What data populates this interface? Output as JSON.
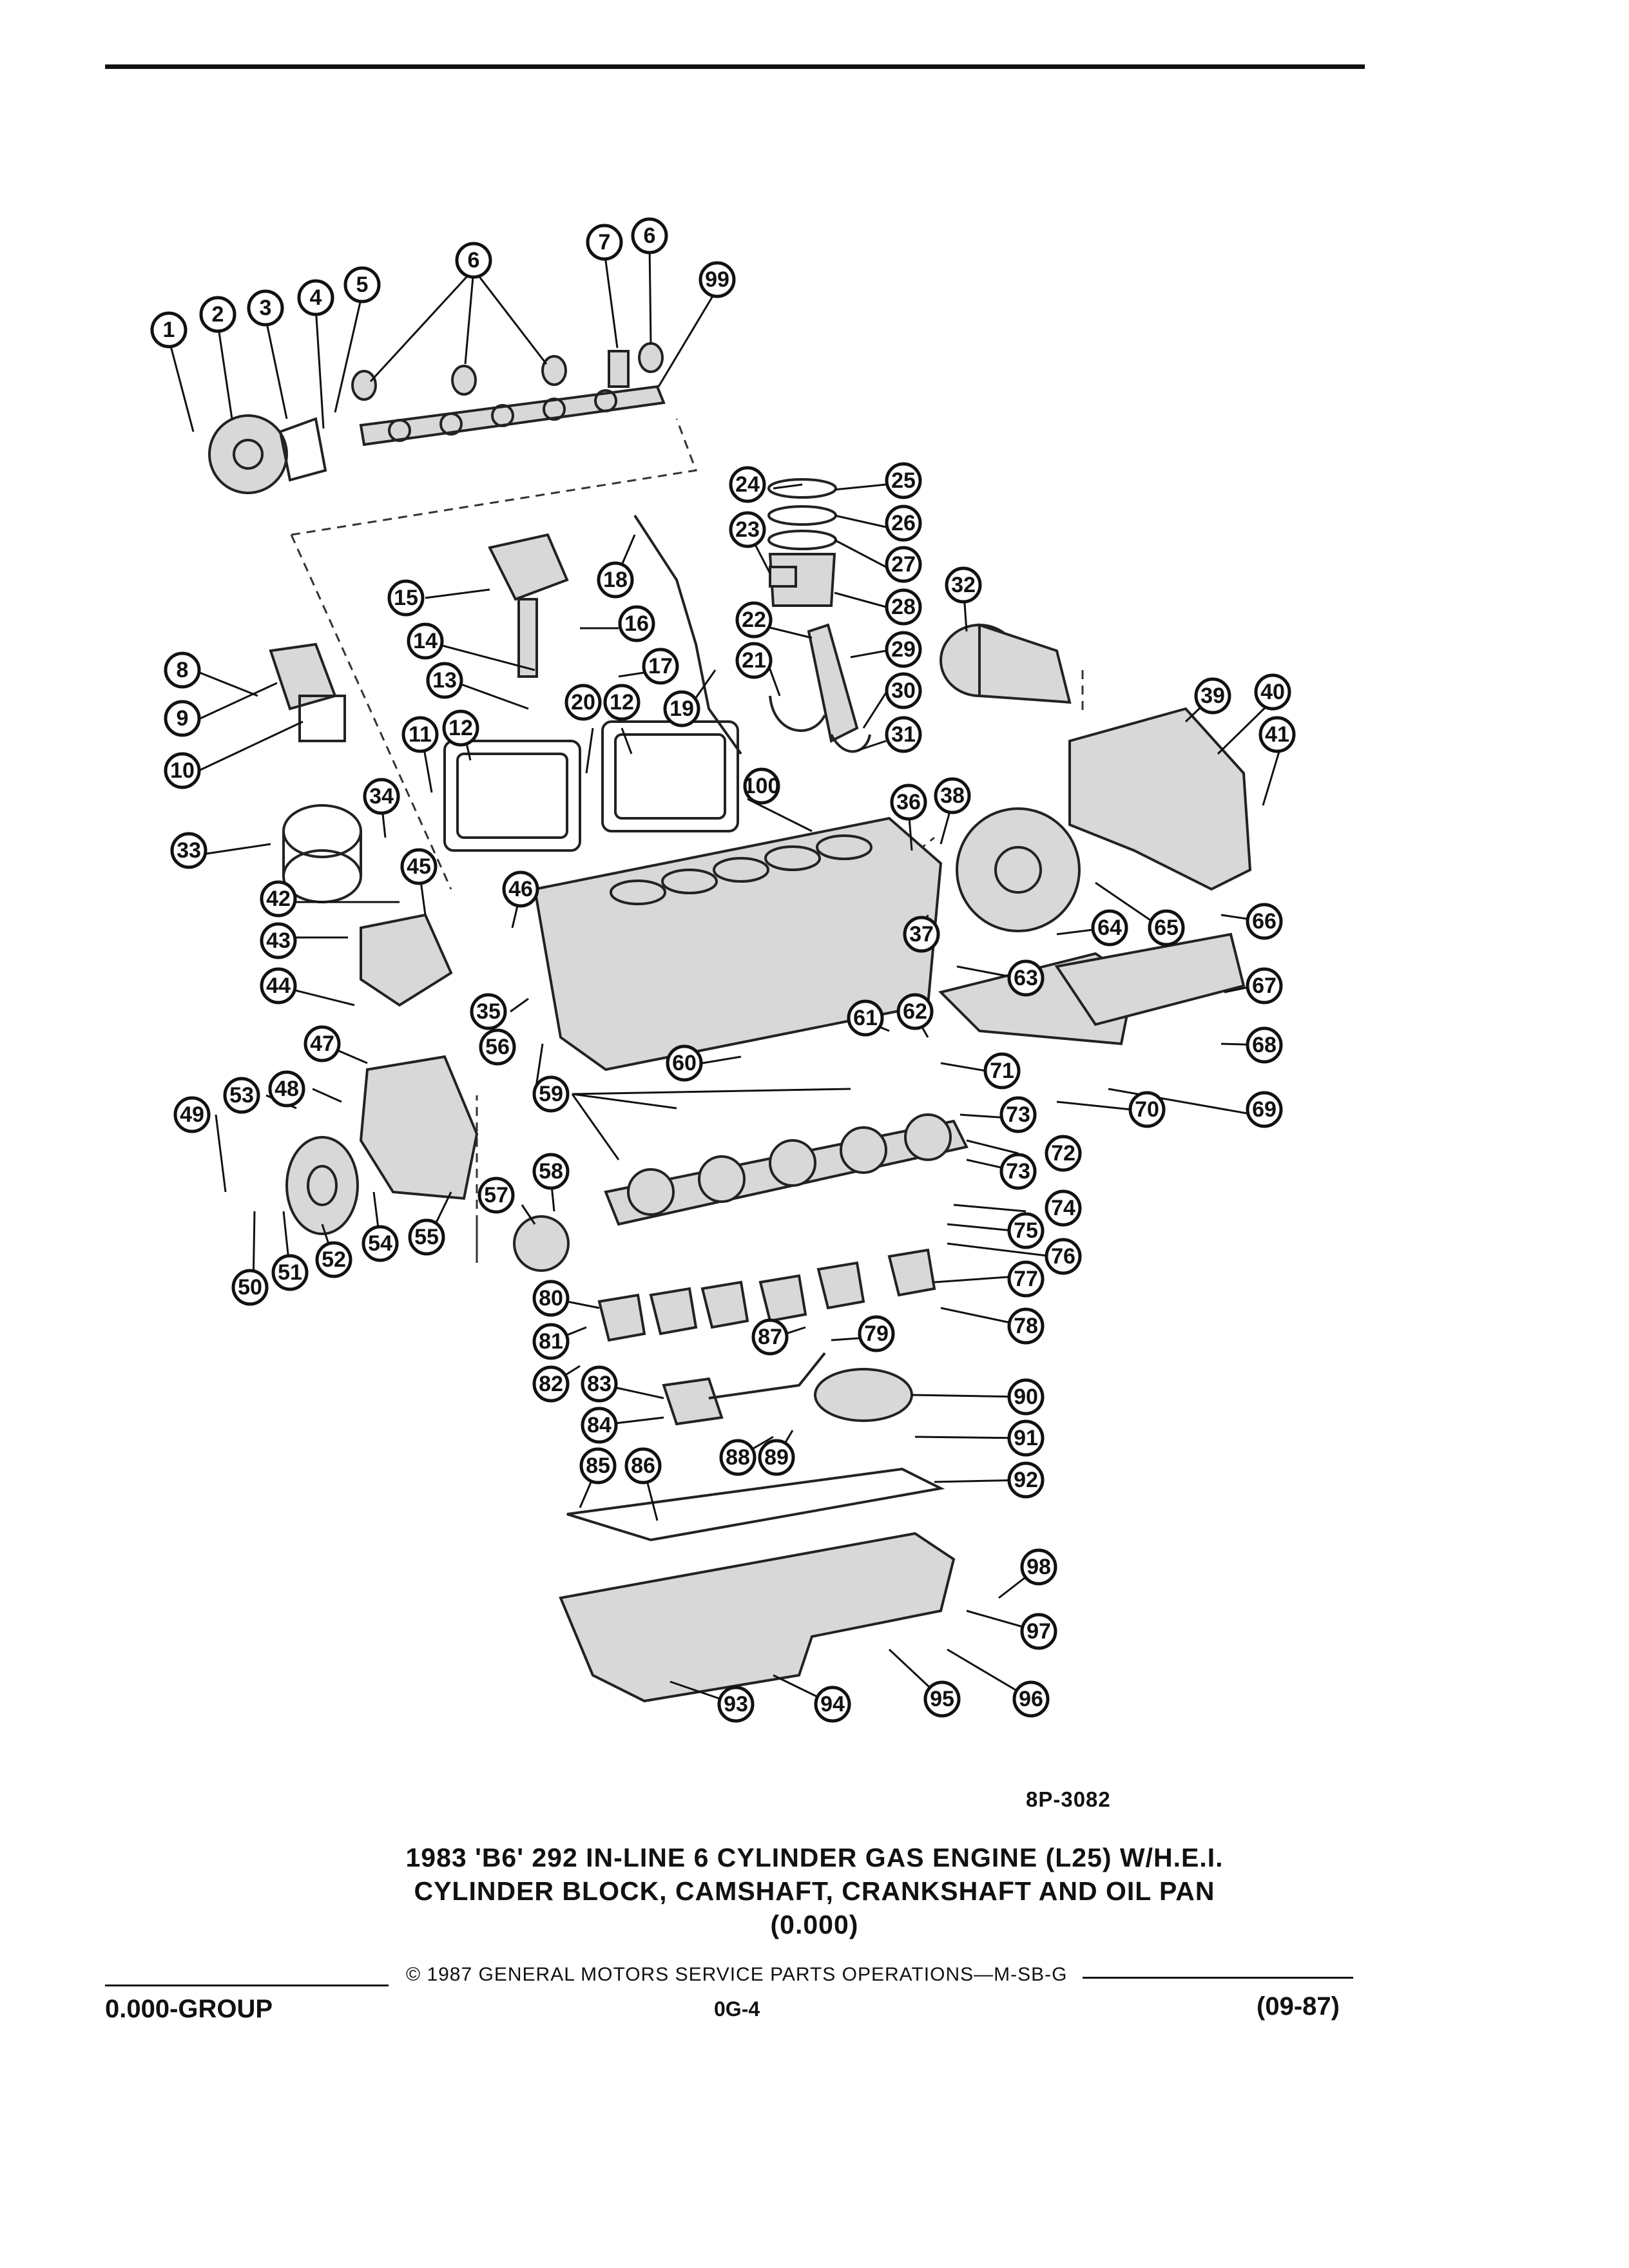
{
  "figure_code": "8P-3082",
  "title": {
    "line1": "1983 'B6' 292 IN-LINE 6 CYLINDER GAS ENGINE (L25) W/H.E.I.",
    "line2": "CYLINDER BLOCK, CAMSHAFT, CRANKSHAFT AND OIL PAN",
    "line3": "(0.000)"
  },
  "footer": {
    "copyright": "© 1987 GENERAL MOTORS SERVICE PARTS OPERATIONS—M-SB-G",
    "group": "0.000-GROUP",
    "page_code": "0G-4",
    "date_code": "(09-87)"
  },
  "callouts": [
    "1",
    "2",
    "3",
    "4",
    "5",
    "6",
    "7",
    "6",
    "99",
    "24",
    "25",
    "26",
    "27",
    "23",
    "28",
    "32",
    "15",
    "18",
    "16",
    "22",
    "29",
    "14",
    "17",
    "8",
    "13",
    "20",
    "12",
    "21",
    "30",
    "39",
    "40",
    "9",
    "19",
    "31",
    "41",
    "11",
    "12",
    "10",
    "100",
    "36",
    "38",
    "34",
    "33",
    "45",
    "42",
    "46",
    "37",
    "63",
    "64",
    "65",
    "66",
    "43",
    "44",
    "67",
    "47",
    "35",
    "56",
    "61",
    "62",
    "60",
    "68",
    "53",
    "48",
    "71",
    "59",
    "49",
    "73",
    "70",
    "69",
    "72",
    "73",
    "58",
    "74",
    "57",
    "75",
    "76",
    "55",
    "54",
    "50",
    "51",
    "52",
    "80",
    "77",
    "78",
    "87",
    "79",
    "81",
    "82",
    "83",
    "90",
    "84",
    "91",
    "85",
    "86",
    "88",
    "89",
    "92",
    "98",
    "97",
    "96",
    "95",
    "94",
    "93"
  ]
}
